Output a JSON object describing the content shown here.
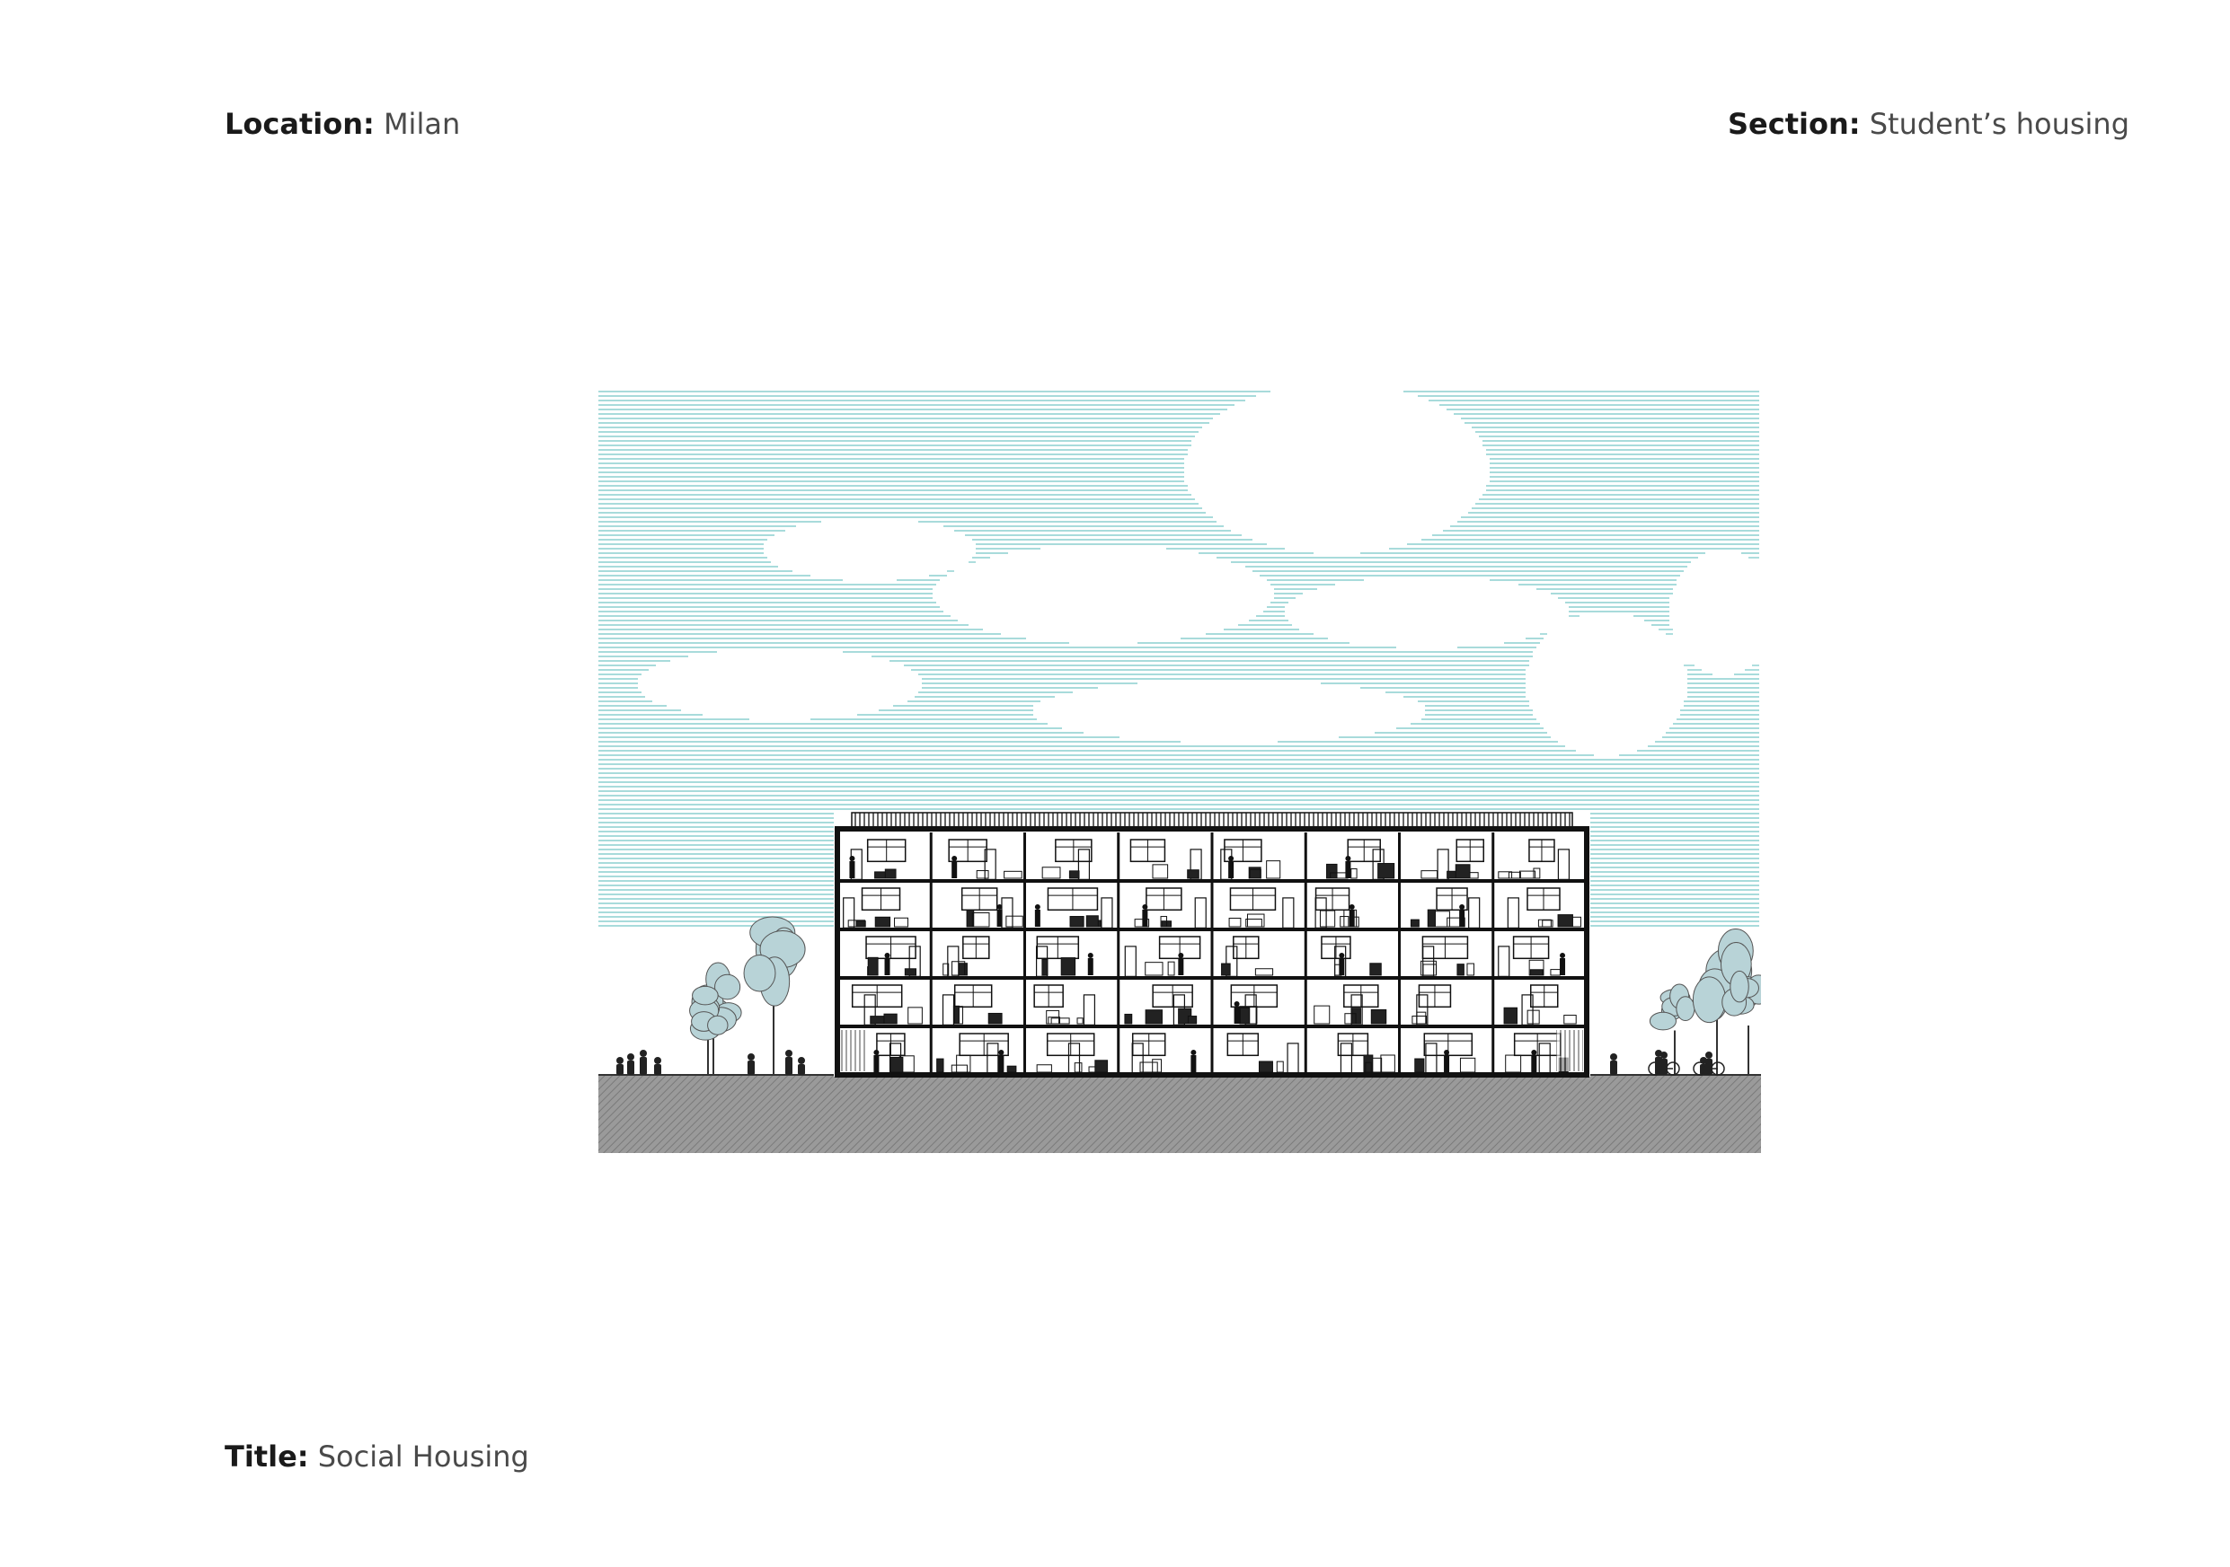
{
  "location": {
    "label": "Location:",
    "value": "Milan"
  },
  "section": {
    "label": "Section:",
    "value": "Student’s housing"
  },
  "title": {
    "label": "Title:",
    "value": "Social Housing"
  },
  "drawing": {
    "floors": 5,
    "bays": 8,
    "colors": {
      "sky_hatch": "#8ccfcf",
      "tree_fill": "#b8d3d7",
      "ground_hatch": "#7a7a7a",
      "ground_fill": "#9a9a9a",
      "structure": "#111111"
    }
  }
}
